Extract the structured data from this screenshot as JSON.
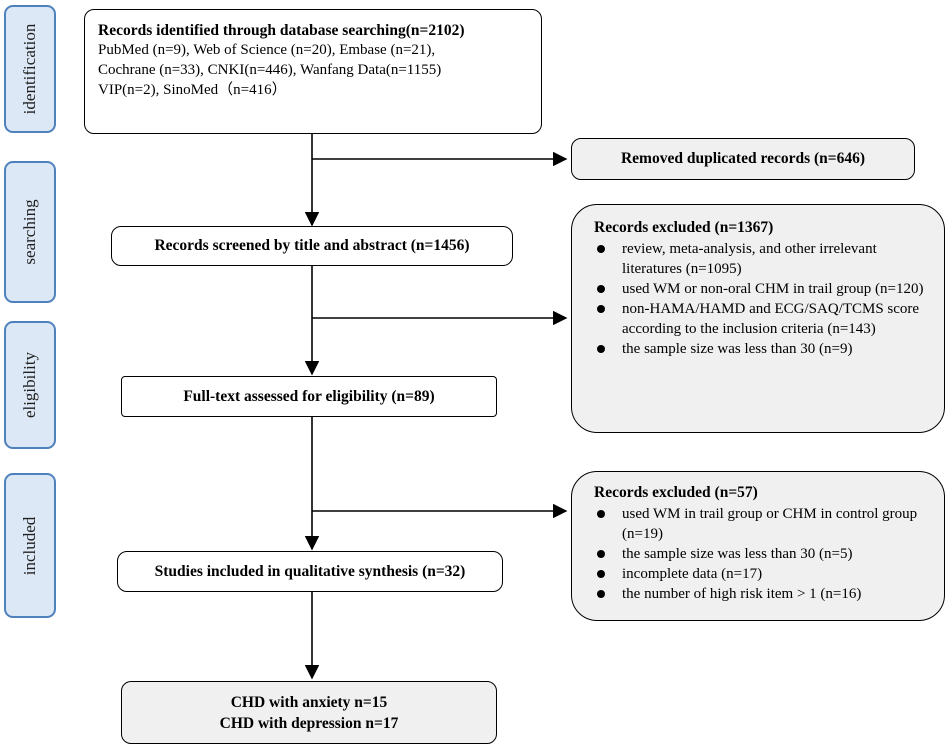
{
  "stages": {
    "identification": "identification",
    "searching": "searching",
    "eligibility": "eligibility",
    "included": "included"
  },
  "identified": {
    "title": "Records identified through database searching(n=2102)",
    "lines": [
      "PubMed (n=9), Web of Science (n=20), Embase (n=21),",
      "Cochrane (n=33), CNKI(n=446), Wanfang Data(n=1155)",
      "VIP(n=2), SinoMed（n=416）"
    ]
  },
  "duplicates": {
    "label": "Removed duplicated records (n=646)"
  },
  "screened": {
    "label": "Records screened by title and abstract (n=1456)"
  },
  "excluded1": {
    "title": "Records excluded (n=1367)",
    "items": [
      "review, meta-analysis, and other irrelevant literatures (n=1095)",
      "used WM or non-oral CHM in trail group (n=120)",
      "non-HAMA/HAMD and ECG/SAQ/TCMS score according to the inclusion criteria (n=143)",
      "the sample size was less than 30 (n=9)"
    ]
  },
  "fulltext": {
    "label": "Full-text assessed for eligibility (n=89)"
  },
  "excluded2": {
    "title": "Records excluded (n=57)",
    "items": [
      "used WM in trail group or CHM in control group (n=19)",
      "the sample size was less than 30 (n=5)",
      "incomplete data (n=17)",
      "the number of high risk item > 1 (n=16)"
    ]
  },
  "included_studies": {
    "label": "Studies included in qualitative synthesis (n=32)"
  },
  "final": {
    "line1": "CHD with anxiety n=15",
    "line2": "CHD with depression n=17"
  },
  "colors": {
    "stage_fill": "#dce8f5",
    "stage_border": "#4f81bd",
    "box_gray": "#f0f0f0",
    "stroke": "#000000"
  }
}
